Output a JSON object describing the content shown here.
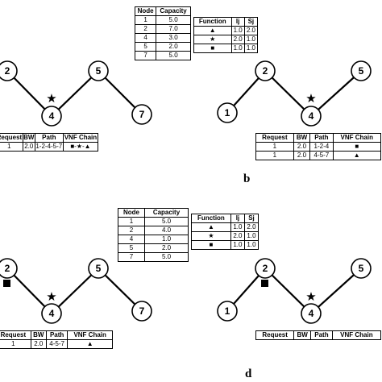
{
  "nodes_top_left": [
    {
      "id": "n2",
      "label": "2"
    },
    {
      "id": "n4",
      "label": "4"
    },
    {
      "id": "n5",
      "label": "5"
    },
    {
      "id": "n7",
      "label": "7"
    }
  ],
  "nodes_top_right": [
    {
      "id": "n1",
      "label": "1"
    },
    {
      "id": "n2",
      "label": "2"
    },
    {
      "id": "n4",
      "label": "4"
    },
    {
      "id": "n5",
      "label": "5"
    }
  ],
  "nodes_bottom_left": [
    {
      "id": "n2",
      "label": "2"
    },
    {
      "id": "n4",
      "label": "4"
    },
    {
      "id": "n5",
      "label": "5"
    },
    {
      "id": "n7",
      "label": "7"
    }
  ],
  "nodes_bottom_right": [
    {
      "id": "n1",
      "label": "1"
    },
    {
      "id": "n2",
      "label": "2"
    },
    {
      "id": "n4",
      "label": "4"
    },
    {
      "id": "n5",
      "label": "5"
    }
  ],
  "vnf_symbols": {
    "triangle": "▲",
    "star": "★",
    "square": "■"
  },
  "capacity_table_top": {
    "headers": [
      "Node",
      "Capacity"
    ],
    "rows": [
      [
        "1",
        "5.0"
      ],
      [
        "2",
        "7.0"
      ],
      [
        "4",
        "3.0"
      ],
      [
        "5",
        "2.0"
      ],
      [
        "7",
        "5.0"
      ]
    ]
  },
  "function_table_top": {
    "headers": [
      "Function",
      "Ij",
      "Sj"
    ],
    "rows": [
      [
        "▲",
        "1.0",
        "2.0"
      ],
      [
        "★",
        "2.0",
        "1.0"
      ],
      [
        "■",
        "1.0",
        "1.0"
      ]
    ]
  },
  "capacity_table_bottom": {
    "headers": [
      "Node",
      "Capacity"
    ],
    "rows": [
      [
        "1",
        "5.0"
      ],
      [
        "2",
        "4.0"
      ],
      [
        "4",
        "1.0"
      ],
      [
        "5",
        "2.0"
      ],
      [
        "7",
        "5.0"
      ]
    ]
  },
  "function_table_bottom": {
    "headers": [
      "Function",
      "Ij",
      "Sj"
    ],
    "rows": [
      [
        "▲",
        "1.0",
        "2.0"
      ],
      [
        "★",
        "2.0",
        "1.0"
      ],
      [
        "■",
        "1.0",
        "1.0"
      ]
    ]
  },
  "request_table_a": {
    "headers": [
      "Request",
      "BW",
      "Path",
      "VNF Chain"
    ],
    "rows": [
      [
        "1",
        "2.0",
        "1-2-4-5-7",
        "■-★-▲"
      ]
    ]
  },
  "request_table_b": {
    "headers": [
      "Request",
      "BW",
      "Path",
      "VNF Chain"
    ],
    "rows": [
      [
        "1",
        "2.0",
        "1-2-4",
        "■"
      ],
      [
        "1",
        "2.0",
        "4-5-7",
        "▲"
      ]
    ]
  },
  "request_table_c": {
    "headers": [
      "Request",
      "BW",
      "Path",
      "VNF Chain"
    ],
    "rows": [
      [
        "1",
        "2.0",
        "4-5-7",
        "▲"
      ]
    ]
  },
  "request_table_d": {
    "headers": [
      "Request",
      "BW",
      "Path",
      "VNF Chain"
    ],
    "rows": []
  },
  "panel_labels": {
    "b": "b",
    "d": "d"
  }
}
